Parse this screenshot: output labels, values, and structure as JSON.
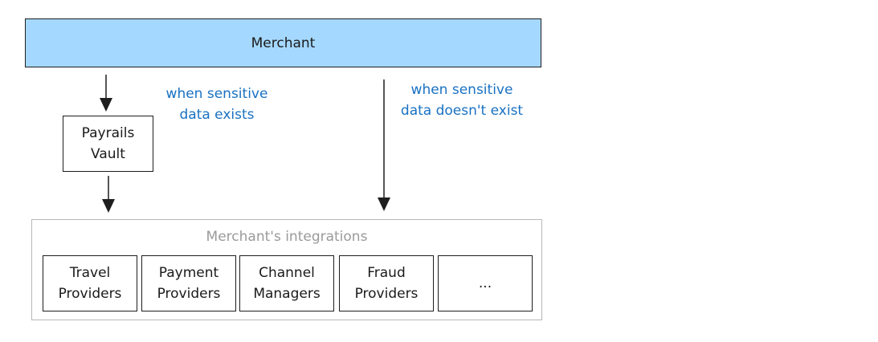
{
  "merchant": {
    "label": "Merchant"
  },
  "vault": {
    "line1": "Payrails",
    "line2": "Vault"
  },
  "notes": {
    "sensitive": {
      "line1": "when sensitive",
      "line2": "data exists"
    },
    "not_sensitive": {
      "line1": "when sensitive",
      "line2": "data doesn't exist"
    }
  },
  "integrations": {
    "title": "Merchant's integrations",
    "items": [
      {
        "line1": "Travel",
        "line2": "Providers"
      },
      {
        "line1": "Payment",
        "line2": "Providers"
      },
      {
        "line1": "Channel",
        "line2": "Managers"
      },
      {
        "line1": "Fraud",
        "line2": "Providers"
      },
      {
        "line1": "...",
        "line2": ""
      }
    ]
  },
  "colors": {
    "merchant_fill": "#a5d8ff",
    "note_text": "#1971c2",
    "stroke": "#1e1e1e",
    "group_border": "#b8b8b8",
    "group_title": "#9a9a9a"
  }
}
